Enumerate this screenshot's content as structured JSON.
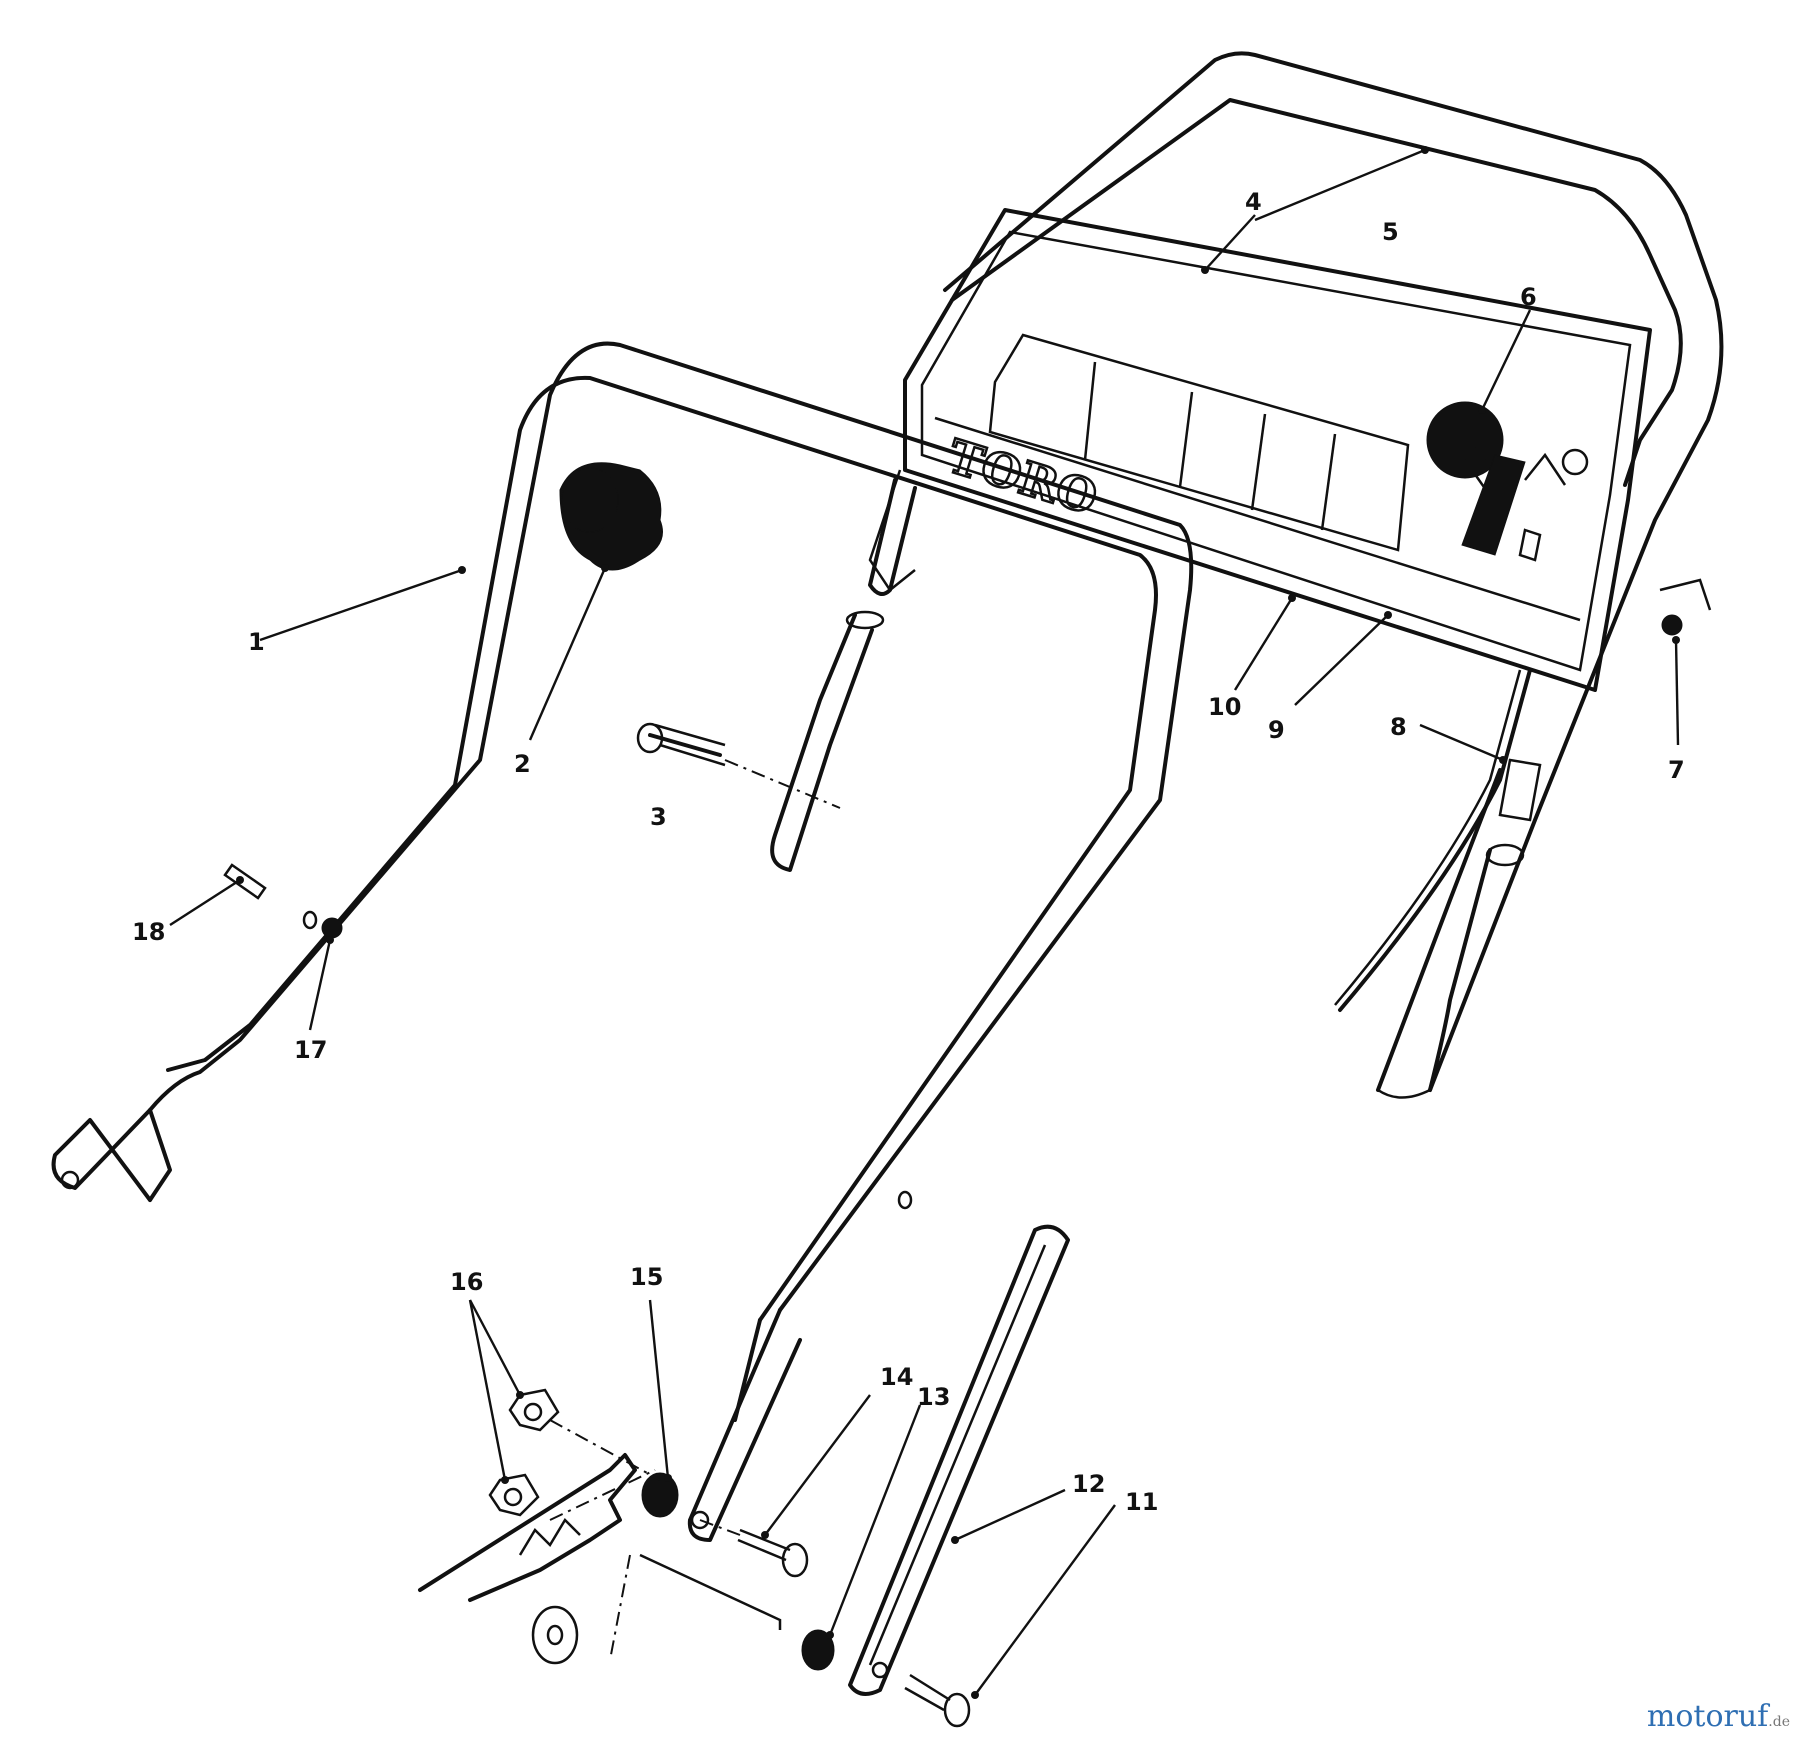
{
  "brand_text": "TORO",
  "callouts": [
    {
      "id": "1",
      "label": "1"
    },
    {
      "id": "2",
      "label": "2"
    },
    {
      "id": "3",
      "label": "3"
    },
    {
      "id": "4",
      "label": "4"
    },
    {
      "id": "5",
      "label": "5"
    },
    {
      "id": "6",
      "label": "6"
    },
    {
      "id": "7",
      "label": "7"
    },
    {
      "id": "8",
      "label": "8"
    },
    {
      "id": "9",
      "label": "9"
    },
    {
      "id": "10",
      "label": "10"
    },
    {
      "id": "11",
      "label": "11"
    },
    {
      "id": "12",
      "label": "12"
    },
    {
      "id": "13",
      "label": "13"
    },
    {
      "id": "14",
      "label": "14"
    },
    {
      "id": "15",
      "label": "15"
    },
    {
      "id": "16",
      "label": "16"
    },
    {
      "id": "17",
      "label": "17"
    },
    {
      "id": "18",
      "label": "18"
    }
  ],
  "watermark": {
    "name": "motoruf",
    "suffix": ".de"
  }
}
